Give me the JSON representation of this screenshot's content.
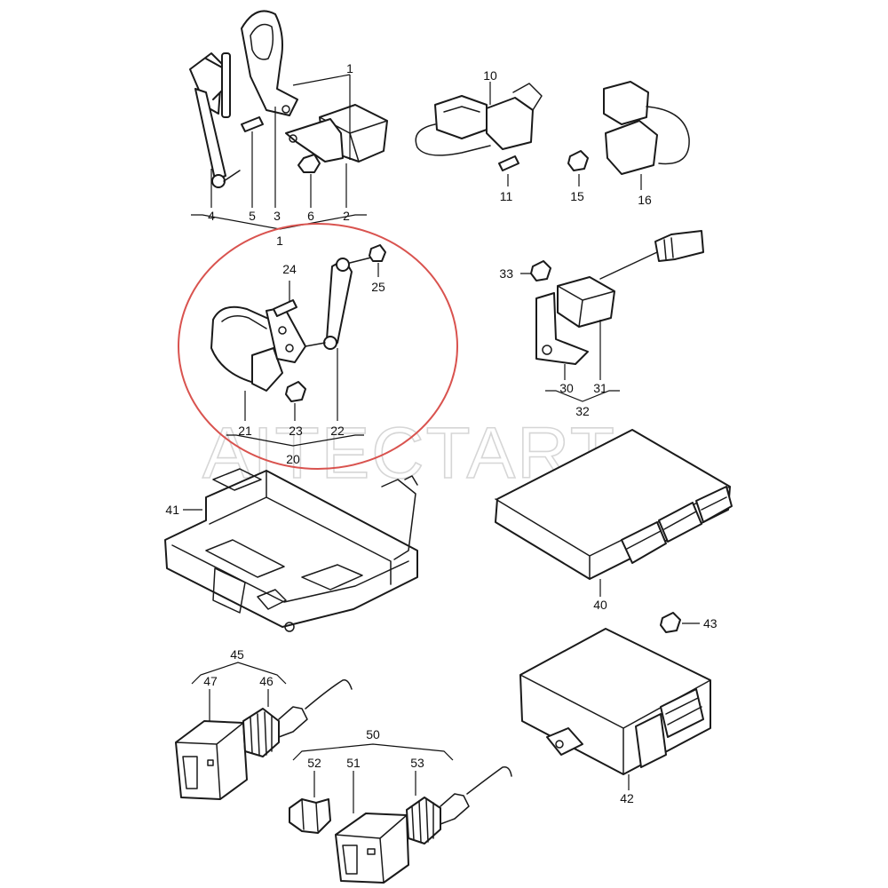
{
  "watermark": "AITECTART",
  "highlight_color": "#d9534f",
  "callouts": {
    "c1": "1",
    "c2": "2",
    "c3": "3",
    "c4": "4",
    "c5": "5",
    "c6": "6",
    "c10": "10",
    "c11": "11",
    "c15": "15",
    "c16": "16",
    "c20": "20",
    "c21": "21",
    "c22": "22",
    "c23": "23",
    "c24": "24",
    "c25": "25",
    "c30": "30",
    "c31": "31",
    "c32": "32",
    "c33": "33",
    "c40": "40",
    "c41": "41",
    "c42": "42",
    "c43": "43",
    "c45": "45",
    "c46": "46",
    "c47": "47",
    "c50": "50",
    "c51": "51",
    "c52": "52",
    "c53": "53"
  }
}
